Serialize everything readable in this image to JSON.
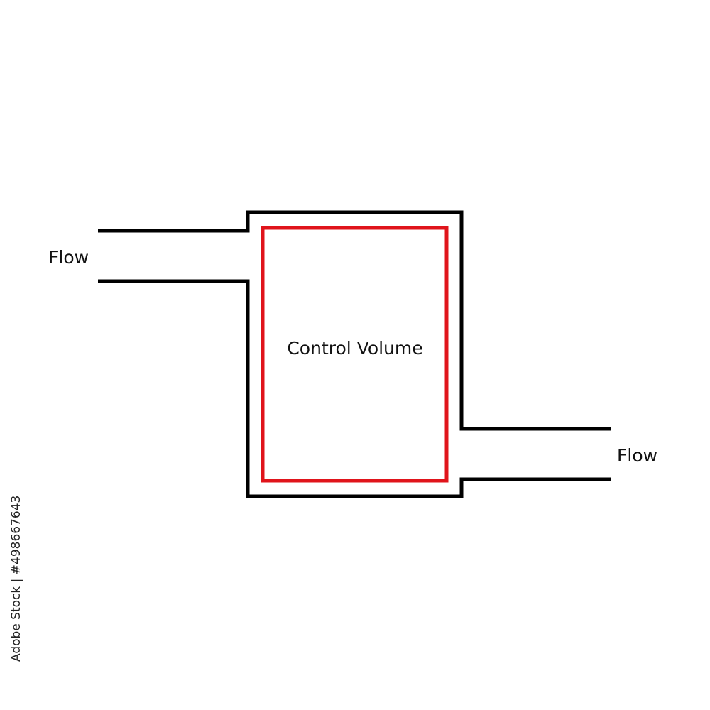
{
  "labels": {
    "inlet": "Flow",
    "outlet": "Flow",
    "control_volume": "Control Volume"
  },
  "stock_id": "Adobe Stock | #498667643",
  "colors": {
    "pipe": "#000000",
    "control_volume_boundary": "#e0141b",
    "background": "#ffffff"
  }
}
